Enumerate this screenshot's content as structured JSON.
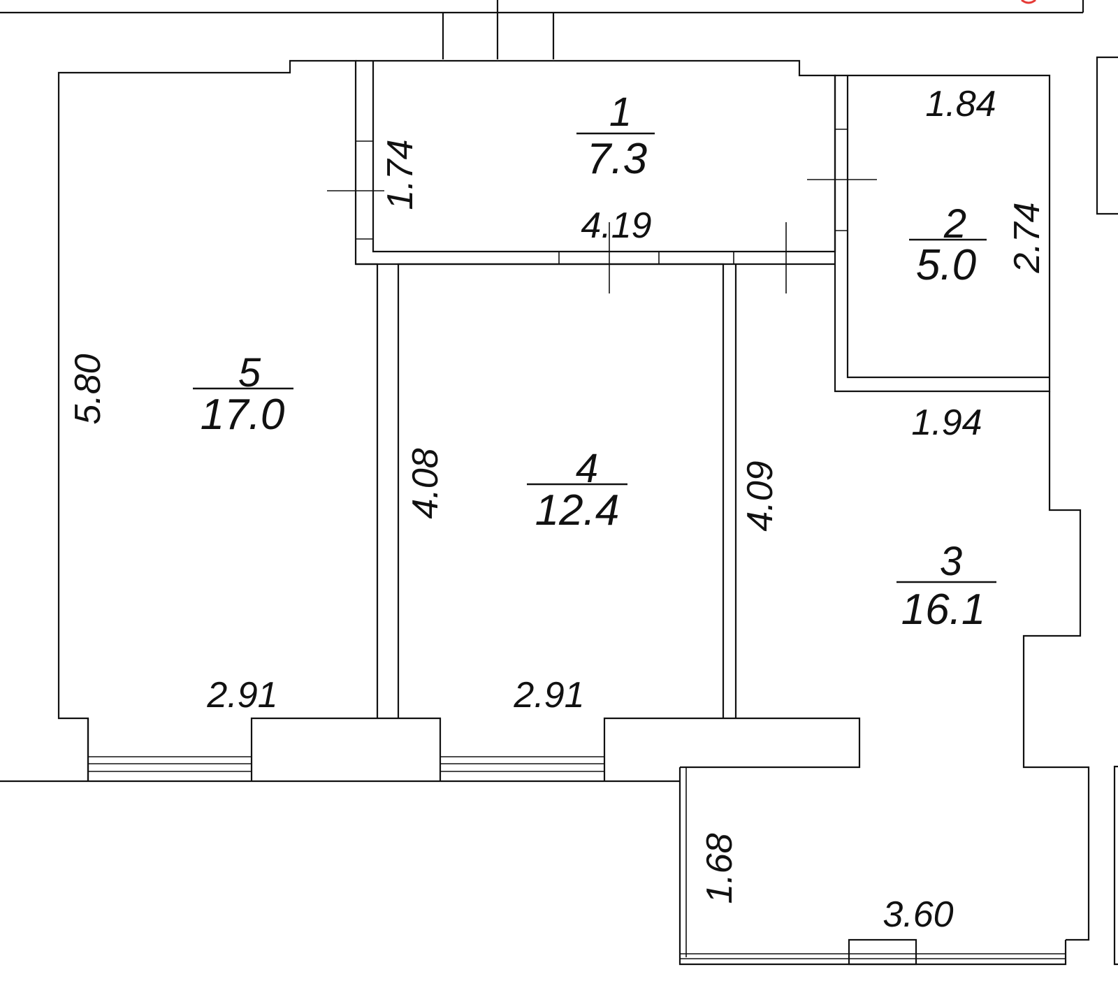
{
  "colors": {
    "line": "#111111",
    "background": "#ffffff",
    "accent": "#e53935"
  },
  "rooms": [
    {
      "number": "1",
      "area": "7.3"
    },
    {
      "number": "2",
      "area": "5.0"
    },
    {
      "number": "3",
      "area": "16.1"
    },
    {
      "number": "4",
      "area": "12.4"
    },
    {
      "number": "5",
      "area": "17.0"
    }
  ],
  "dimensions": {
    "room1_height": "1.74",
    "room1_width": "4.19",
    "room2_width": "1.84",
    "room2_height": "2.74",
    "room3_width": "1.94",
    "room5_height": "5.80",
    "room5_width": "2.91",
    "room4_left_height": "4.08",
    "room4_right_height": "4.09",
    "room4_width": "2.91",
    "balcony_height": "1.68",
    "balcony_width": "3.60"
  }
}
